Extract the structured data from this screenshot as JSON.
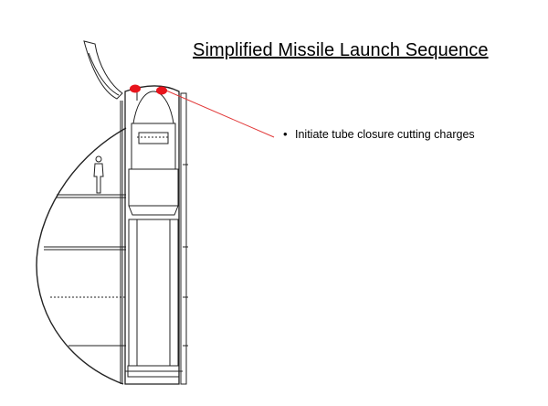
{
  "title": "Simplified Missile Launch Sequence",
  "bullets": [
    "Initiate tube closure cutting charges"
  ],
  "colors": {
    "marker": "#e8141c",
    "leader_line": "#e23a3a",
    "line_art": "#222222"
  },
  "markers_count_label": "charges"
}
